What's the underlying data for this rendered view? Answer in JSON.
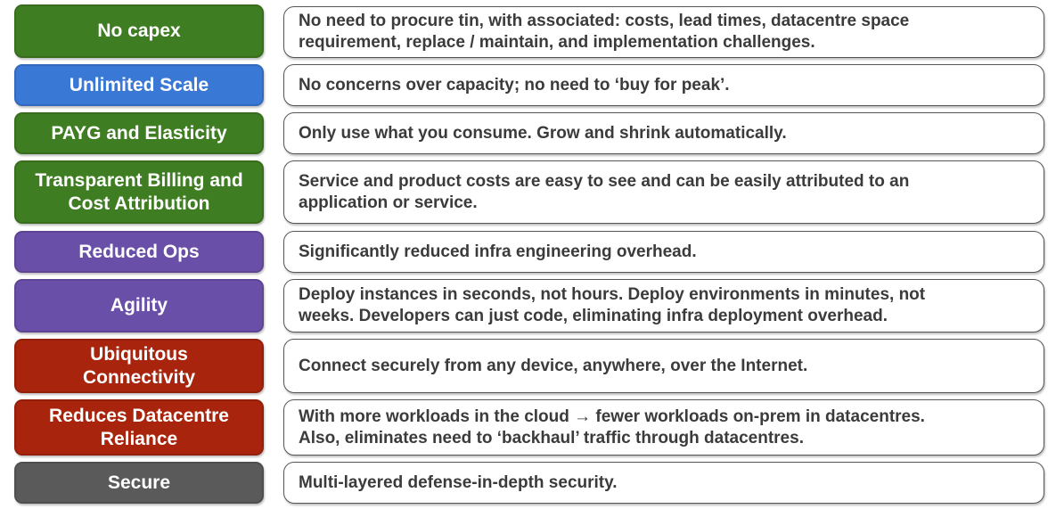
{
  "colors": {
    "green": "#3f7d22",
    "blue": "#3a78d6",
    "purple": "#6a4fa8",
    "red": "#a8240d",
    "gray": "#5a5a5a"
  },
  "rows": [
    {
      "label": "No capex",
      "color": "green",
      "text": "No need to procure tin, with associated: costs, lead times, datacentre space\nrequirement, replace / maintain, and implementation challenges."
    },
    {
      "label": "Unlimited Scale",
      "color": "blue",
      "text": "No concerns over capacity; no need to ‘buy for peak’."
    },
    {
      "label": "PAYG and Elasticity",
      "color": "green",
      "text": "Only use what you consume.  Grow and shrink automatically."
    },
    {
      "label": "Transparent Billing and\nCost Attribution",
      "color": "green",
      "text": "Service and product costs are easy to see and can be easily attributed to an\napplication or service."
    },
    {
      "label": "Reduced Ops",
      "color": "purple",
      "text": "Significantly reduced infra engineering overhead."
    },
    {
      "label": "Agility",
      "color": "purple",
      "text": "Deploy instances in seconds, not hours.  Deploy environments in minutes, not\nweeks.  Developers can just code, eliminating infra deployment overhead."
    },
    {
      "label": "Ubiquitous\nConnectivity",
      "color": "red",
      "text": "Connect securely from any device, anywhere, over the Internet."
    },
    {
      "label": "Reduces Datacentre\nReliance",
      "color": "red",
      "text": "With more workloads in the cloud → fewer workloads on-prem in datacentres.\nAlso, eliminates need to ‘backhaul’ traffic through datacentres."
    },
    {
      "label": "Secure",
      "color": "gray",
      "text": "Multi-layered defense-in-depth security."
    }
  ]
}
